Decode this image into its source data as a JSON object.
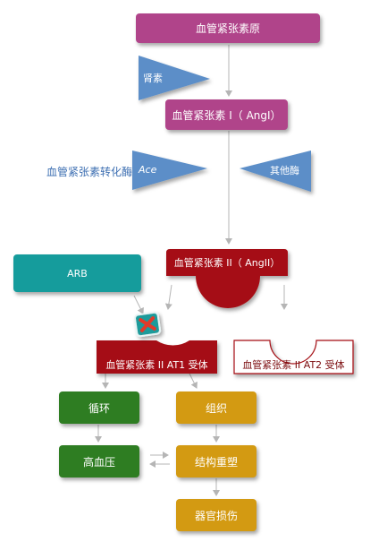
{
  "nodes": {
    "angiotensinogen": "血管紧张素原",
    "renin": "肾素",
    "ang1": "血管紧张素 I（ AngI）",
    "ace_label": "血管紧张素转化酶",
    "ace_abbr": "Ace",
    "other_enzymes": "其他酶",
    "ang2": "血管紧张素 II（ AngII）",
    "arb": "ARB",
    "at1": "血管紧张素 II AT1 受体",
    "at2": "血管紧张素 II AT2 受体",
    "circulation": "循环",
    "tissue": "组织",
    "hypertension": "高血压",
    "remodeling": "结构重塑",
    "organ_damage": "器官损伤"
  },
  "colors": {
    "magenta": "#b0448a",
    "triangle_blue": "#5b8ec8",
    "dark_red": "#a50f12",
    "teal": "#159c9c",
    "green": "#2e7d22",
    "gold": "#d39a12",
    "arrow": "#b5b5b5",
    "ace_text": "#3d6fb2"
  }
}
